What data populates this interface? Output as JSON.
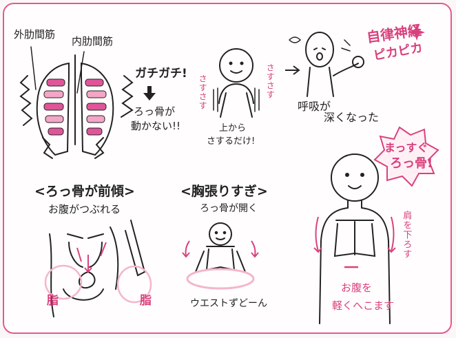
{
  "labels": {
    "external_intercostal": "外肋間筋",
    "internal_intercostal": "内肋間筋",
    "tense": "ガチガチ!",
    "ribs_immobile_1": "ろっ骨が",
    "ribs_immobile_2": "動かない!!",
    "rub_left": "さすさす",
    "rub_right": "さすさす",
    "rub_caption_1": "上から",
    "rub_caption_2": "さするだけ!",
    "autonomic_1": "自律神経",
    "autonomic_2": "ピカピカ",
    "breathing_1": "呼吸が",
    "breathing_2": "深くなった",
    "straight_1": "まっすぐ",
    "straight_2": "ろっ骨!",
    "forward_title": "<ろっ骨が前傾>",
    "forward_sub": "お腹がつぶれる",
    "fat_left": "脂",
    "fat_right": "脂",
    "chest_title": "<胸張りすぎ>",
    "chest_sub": "ろっ骨が開く",
    "waist": "ウエストずどーん",
    "shoulder_down": "肩を下ろす",
    "belly_1": "お腹を",
    "belly_2": "軽くへこます"
  },
  "colors": {
    "accent": "#d9417d",
    "accent_light": "#f4b6cd",
    "ink": "#222222",
    "frame": "#e05a92"
  }
}
